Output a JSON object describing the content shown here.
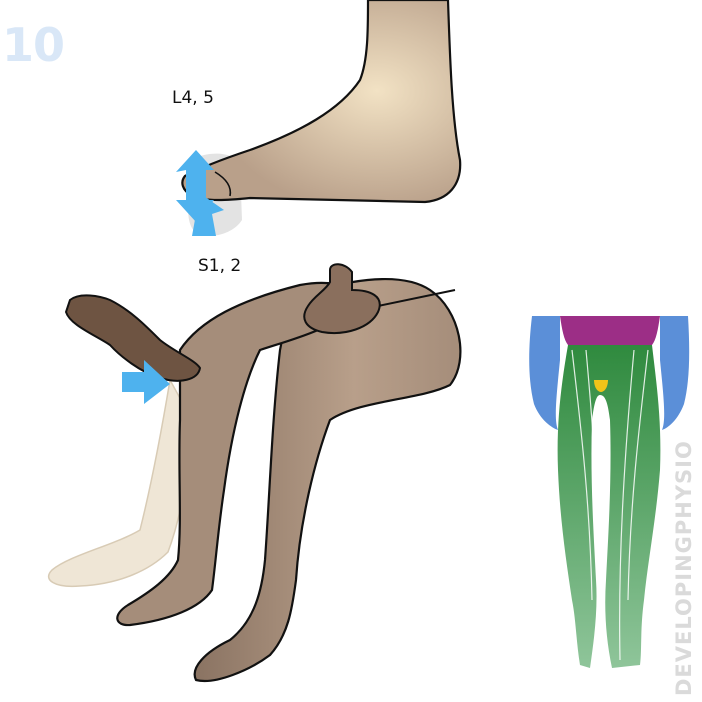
{
  "panel_number": "10",
  "labels": {
    "toe_roots": "L4, 5",
    "ankle_roots": "S1, 2"
  },
  "brand": "DEVELOPINGPHYSIO",
  "colors": {
    "panel_number": "#d9e7f7",
    "brand": "#dadada",
    "skin": "#a58d7a",
    "skin_light": "#e8d6bd",
    "arrow": "#4eb2ee",
    "dermatome_blue": "#5b8fd8",
    "dermatome_green": "#4e9a55",
    "dermatome_purple": "#9c2e86",
    "dermatome_yellow": "#f0c419"
  }
}
